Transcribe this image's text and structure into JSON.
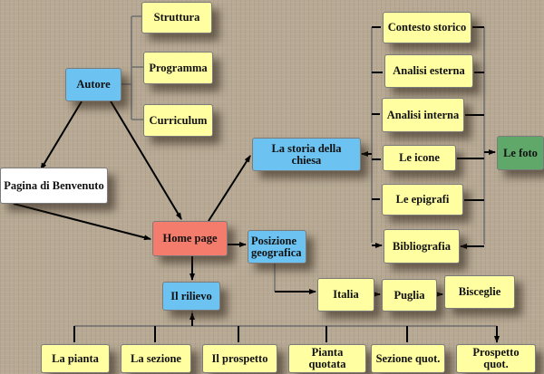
{
  "nodes": {
    "struttura": "Struttura",
    "programma": "Programma",
    "curriculum": "Curriculum",
    "autore": "Autore",
    "benvenuto": "Pagina di Benvenuto",
    "home": "Home page",
    "storia": "La storia della chiesa",
    "posizione": "Posizione geografica",
    "contesto": "Contesto storico",
    "esterna": "Analisi esterna",
    "interna": "Analisi interna",
    "icone": "Le icone",
    "epigrafi": "Le epigrafi",
    "bibliografia": "Bibliografia",
    "foto": "Le foto",
    "rilievo": "Il rilievo",
    "italia": "Italia",
    "puglia": "Puglia",
    "bisceglie": "Bisceglie",
    "pianta": "La pianta",
    "sezione": "La sezione",
    "prospetto": "Il prospetto",
    "pianta_quotata": "Pianta quotata",
    "sezione_quot": "Sezione quot.",
    "prospetto_quot": "Prospetto quot."
  },
  "colors": {
    "yellow": "#fffea0",
    "blue": "#6cc3f1",
    "white": "#ffffff",
    "red": "#f47c6c",
    "green": "#5fa86a"
  }
}
